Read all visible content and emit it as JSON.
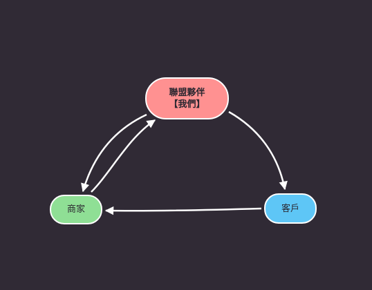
{
  "diagram": {
    "background": "#302a35",
    "edge_color": "#ffffff",
    "nodes": {
      "partner": {
        "label": "聯盟夥伴\n【我們】",
        "fill": "#ff9191"
      },
      "merchant": {
        "label": "商家",
        "fill": "#8fdf95"
      },
      "customer": {
        "label": "客戶",
        "fill": "#5ec6f6"
      }
    },
    "edges": [
      {
        "from": "partner",
        "to": "customer"
      },
      {
        "from": "customer",
        "to": "merchant"
      },
      {
        "from": "partner",
        "to": "merchant"
      },
      {
        "from": "merchant",
        "to": "partner"
      }
    ]
  }
}
